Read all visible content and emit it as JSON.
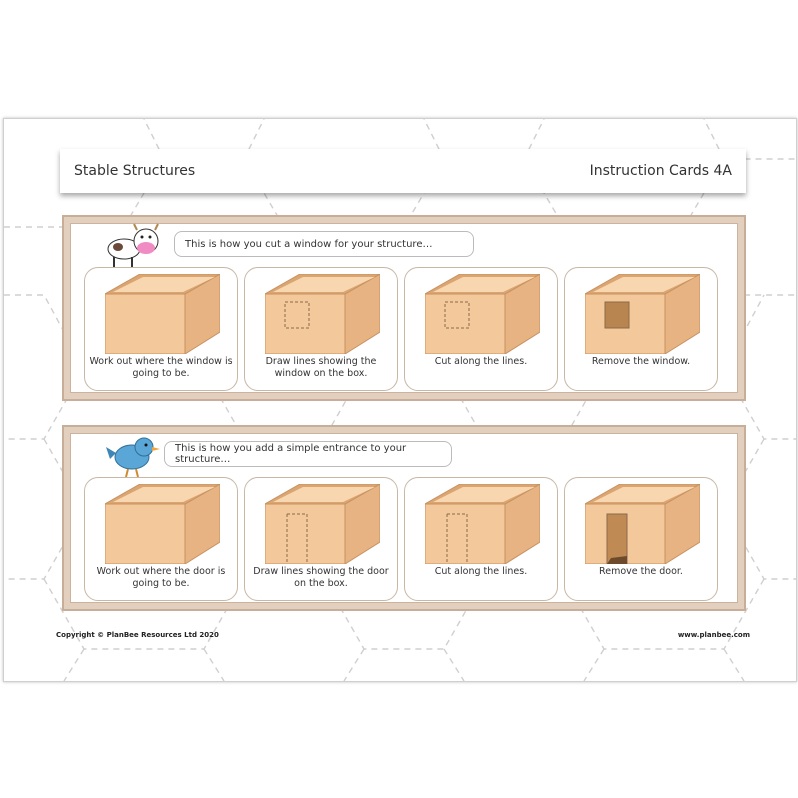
{
  "header": {
    "title": "Stable Structures",
    "subtitle": "Instruction Cards 4A"
  },
  "window_section": {
    "prompt": "This is how you cut a window for your structure…",
    "animal": "cow",
    "steps": [
      {
        "caption": "Work out where the window is going to be."
      },
      {
        "caption": "Draw lines showing the window on the box."
      },
      {
        "caption": "Cut along the lines."
      },
      {
        "caption": "Remove the window."
      }
    ]
  },
  "door_section": {
    "prompt": "This is how you add a simple entrance to your structure…",
    "animal": "bird",
    "steps": [
      {
        "caption": "Work out where the door is going to be."
      },
      {
        "caption": "Draw lines showing the door on the box."
      },
      {
        "caption": "Cut along the lines."
      },
      {
        "caption": "Remove the door."
      }
    ]
  },
  "footer": {
    "copyright": "Copyright © PlanBee Resources Ltd 2020",
    "website": "www.planbee.com"
  },
  "colors": {
    "box_front": "#f3c89b",
    "box_side": "#e7b383",
    "box_top": "#f8d7b0",
    "box_inside": "#dba571",
    "panel": "#e3cfbd"
  }
}
